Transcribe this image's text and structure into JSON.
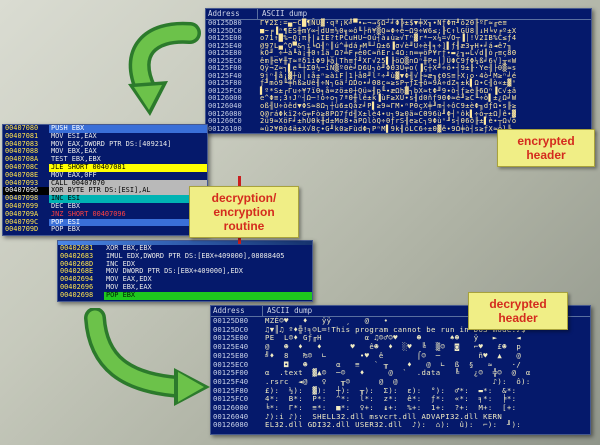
{
  "labels": {
    "encrypted_header": {
      "line1": "encrypted",
      "line2": "header"
    },
    "routine": {
      "line1": "decryption/",
      "line2": "encryption",
      "line3": "routine"
    },
    "decrypted_header": {
      "line1": "decrypted",
      "line2": "header"
    }
  },
  "colors": {
    "panel_bg": "#05196b",
    "dump_text": "#ffe9a0",
    "address_text": "#c7d0e8",
    "asm_address_text": "#ffe34d",
    "label_bg": "#f0ee86",
    "label_text": "#d42b1e",
    "arrow_green": "#6cc24a",
    "arrow_outline": "#2c7a2c",
    "connector_red": "#c81e1e",
    "highlight_yellow": "#ffff00",
    "highlight_gray": "#b9b9b9",
    "highlight_teal": "#00b3b3",
    "highlight_blue": "#3a6fd8",
    "highlight_green": "#1ec81e",
    "jump_red_text": "#ff4040"
  },
  "encrypted_dump": {
    "header": {
      "address_col": "Address",
      "ascii_col": "ASCII dump"
    },
    "rows": [
      {
        "addr": "00125D80",
        "text": "Γ¥2Σ:=▄~C█¶ÑU▓·qª¡K╝▀•←¬→§Ω┘╛Φ╠±$▼╪X╖∙NƒΦπ╜ô2Θ╟ºΓ≈╓e≡"
      },
      {
        "addr": "00125DC0",
        "text": "■~╒▐ⁿ¶ÉS╫mY∞┤dU≡½0╗∞ô╙├ñ¥▒Q≈Φ÷ê~Ω9÷W6≤;╟C↑lGÜ8║↓H╘v╒º±X"
      },
      {
        "addr": "00125E00",
        "text": "o71↑█%~Q¡π╟|↨IE?tPCuHU~Oú┤à↨ù≥√Tⁿ▓r*─x¼=√O┬▐│!V2IB%C≤ƒ4"
      },
      {
        "addr": "00125E40",
        "text": "@97L▄^O▀&┐ï╘Ω╢ⁿ║ú^╪dá╒M╙┘Ω±6▐σ√è╜U÷è╢╕÷]▌ƒ╢æ3╥H∙╛á◄ê7╖"
      },
      {
        "addr": "00125E80",
        "text": "kÖ╜_÷┴à╙à¡╫0↑1ä_Ω?╧F╒è0C≈ñEr↓4Ω:n∞╤öP¥rƒ∙▬¿╖↔L√d║ò┌≡ç8Θ"
      },
      {
        "addr": "00125EC0",
        "text": "êm╟e¥╫T≈ªδ1iΦ9╞ä|Th≡ƒ╜XΓ√25▌╟öΩ▒∩Ωⁿ╫Pe│⌡ÜΦC9ƒΦ¼ß╛6√]╥«W"
      },
      {
        "addr": "00125F00",
        "text": "Qÿ¬Z≈┐▌e╙┼ΣΘ½─îÑ▒º0è╛D6U┐ò╜ΦΘ3Ü╤o(▐ç┼X╜÷ö∙┤9±╟·Ye╢├0▒≈s"
      },
      {
        "addr": "00125F40",
        "text": "9jⁿ╢å¡▓┼ù│↕å±ⁿ≥àiF│1├å8╜l²÷╜ù▓▼Φ╢√╟≈æ╖¢ΘS≡├X¡o·4ò┘M≥ⁿ╛é"
      },
      {
        "addr": "00125F80",
        "text": "ƒ╜mò9╙╪hß≥Uê╢÷N┐Gä²ΩDo∙╛Θ8ç≈≥sP┬ƒΣ╫ô≈9Å÷dZ╕±k▌Ω∙C╢ò«±▓ⁿ"
      },
      {
        "addr": "00125FC0",
        "text": "▌º*S±┌Γu÷¥7ïΘ╕å∞zö±0┼Qü≈╢p╙∙æΩh▓┐bX≈tΦ╜9∙ò┤ƒ≥è╟6Ωⁿ▐C√±ä"
      },
      {
        "addr": "00126000",
        "text": "e^Φ≡;3↑Jⁿ┤Ω─!ò÷o┐7ªΘ╫lê±k▐ùF≥XÜ∙s╢d0ñƒ9ΘΦ≈é╜≥C╙÷ò▌±¿Ω╛W"
      },
      {
        "addr": "00126040",
        "text": "oß╢U÷òêd▼ΦS≈8Ω┐┼ù6±Qåz╛P▌≥9≈ΓM∙ⁿPΘçX╪╜m┤÷ôC9±èΦ╖dƒΩ∙s╟≥"
      },
      {
        "addr": "00126080",
        "text": "Q@ráΦkï2÷G╤Fò≥8PΩ7ƒd╢X±lè4∙u┐9≥0ä≈CΘ96ù╜Φ┤ⁿôk▌÷ò┬±Ω⌡ê∙▓"
      },
      {
        "addr": "001260C0",
        "text": "2ü9≈XöF╛±hUΘk╫d±Mo8∙äPΩlòQ÷0ƒrS╢e≥C┐9Φùⁿ╜s┤Θ6ô╟±▌è∙┬Ω√ò"
      },
      {
        "addr": "00126100",
        "text": "≈û2¥Θò4ä±X√8ç∙G╜k0≥FùdΦ┐PⁿM▌9k╢öLC6÷±Θ▓ê∙9Ω╪ò┤s≥ƒX≈ôl╟"
      }
    ]
  },
  "routine1": {
    "rows": [
      {
        "addr": "00407080",
        "text": "PUSH EBX",
        "style": "hl-blue"
      },
      {
        "addr": "00407081",
        "text": "MOV ESI,EAX"
      },
      {
        "addr": "00407083",
        "text": "MOV EAX,DWORD PTR DS:[409214]"
      },
      {
        "addr": "00407088",
        "text": "MOV EBX,EAX"
      },
      {
        "addr": "0040708A",
        "text": "TEST EBX,EBX"
      },
      {
        "addr": "0040708C",
        "text": "JLE SHORT 00407081",
        "style": "hl-yellow"
      },
      {
        "addr": "0040708E",
        "text": "MOV EAX,0FF"
      },
      {
        "addr": "00407093",
        "text": "CALL 00407070",
        "style": "hl-gray"
      },
      {
        "addr": "00407096",
        "text": "XOR BYTE PTR DS:[ESI],AL",
        "style": "hl-gray",
        "addr_style": "addr-sel"
      },
      {
        "addr": "00407098",
        "text": "INC ESI",
        "style": "hl-teal"
      },
      {
        "addr": "00407099",
        "text": "DEC EBX"
      },
      {
        "addr": "0040709A",
        "text": "JNZ SHORT 00407096",
        "style": "txt-red"
      },
      {
        "addr": "0040709C",
        "text": "POP ESI",
        "style": "hl-blue"
      },
      {
        "addr": "0040709D",
        "text": "POP EBX"
      }
    ]
  },
  "routine2": {
    "rows": [
      {
        "addr": "00402681",
        "text": "XOR EBX,EBX"
      },
      {
        "addr": "00402683",
        "text": "IMUL EDX,DWORD PTR DS:[EBX+409000],08088405"
      },
      {
        "addr": "0040268D",
        "text": "INC EDX"
      },
      {
        "addr": "0040268E",
        "text": "MOV DWORD PTR DS:[EBX+409000],EDX"
      },
      {
        "addr": "00402694",
        "text": "MOV EAX,EDX"
      },
      {
        "addr": "00402696",
        "text": "MOV EBX,EAX"
      },
      {
        "addr": "00402698",
        "text": "POP EBX",
        "style": "hl-green"
      }
    ]
  },
  "decrypted_dump": {
    "header": {
      "address_col": "Address",
      "ascii_col": "ASCII dump"
    },
    "rows": [
      {
        "addr": "00125D80",
        "text": "MZÉ☺♥   ♦   ÿÿ   ¸   @   ∙                          ▲"
      },
      {
        "addr": "00125DC0",
        "text": "♫▼║♫ º♦╬!╕☺L═!This program cannot be run in DOS mode.♪$"
      },
      {
        "addr": "00125E00",
        "text": "PE  L☺♦ Gƒ╓H         α ♫☺♂☺♥    ☻      ♠☻   ÿ   ►    ◄"
      },
      {
        "addr": "00125E40",
        "text": "@   ☻  ♦   ♦      ♥   ê☻  ♦  ░♥  ╚  ▒☺  ◙   ⌐♥   £☻  p"
      },
      {
        "addr": "00125E80",
        "text": "╝♦  8   ₧☺  ∟       ∙♥  ê       ⌠☺  ─        ñ♥  ▲   @"
      },
      {
        "addr": "00125EC0",
        "text": "    ◘   ☻      α   ≡   ` ╥    ♦   @  ∟  ß  §   ≈    ·/"
      },
      {
        "addr": "00125F00",
        "text": "α  .text  ▓▲☺  ─☺   ♦     @  `  .data   ╚   ¿☺  ╬☺  @  α"
      },
      {
        "addr": "00125F40",
        "text": ".rsrc  ◄@   ♀   ╥☺      @  @                    ♪):  ô):"
      },
      {
        "addr": "00125F80",
        "text": "£):  ½):  ▓):  ┼):  ╥):  Σ):  ε):  °):  ♂*:  ▬*:  &*:"
      },
      {
        "addr": "00125FC0",
        "text": "4*:  B*:  P*:  ^*:  l*:  z*:  ê*:  ƒ*:  «*:  ╕*:  ╞*:"
      },
      {
        "addr": "00126000",
        "text": "╘*:  Γ*:  ≡*:  ■*:  ♀+:  ↨+:  %+:  1+:  ?+:  M+:  [+:"
      },
      {
        "addr": "00126040",
        "text": "♪):i ♪):  SHELL32.dll msvcrt.dll ADVAPI32.dll KERN"
      },
      {
        "addr": "00126080",
        "text": "EL32.dll GDI32.dll USER32.dll  ♪):  ⌂):  û):  ⌐):  ╜):"
      }
    ]
  }
}
